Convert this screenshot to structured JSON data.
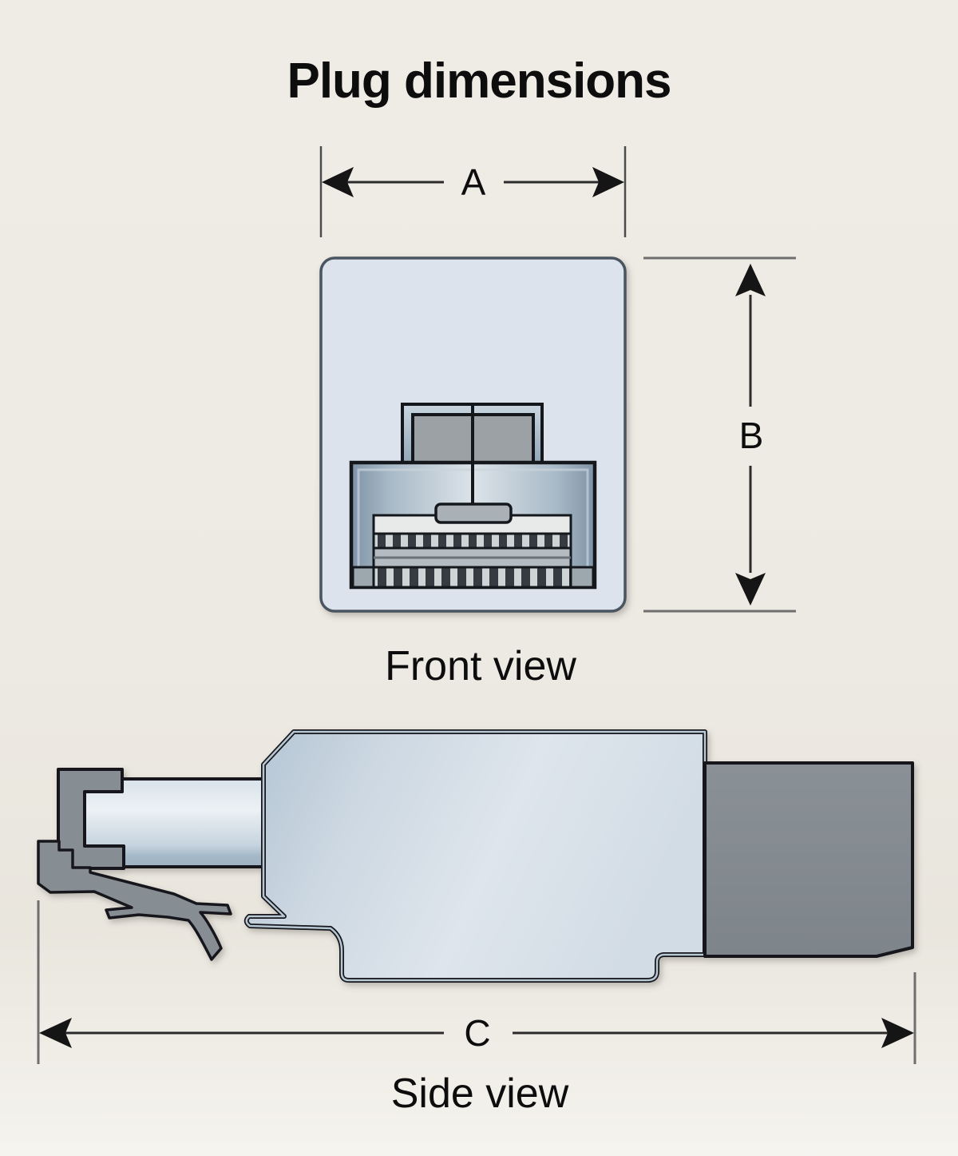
{
  "title": "Plug dimensions",
  "views": {
    "front": {
      "label": "Front view"
    },
    "side": {
      "label": "Side view"
    }
  },
  "dimensions": {
    "a": "A",
    "b": "B",
    "c": "C"
  },
  "colors": {
    "background": "#EDEAE3",
    "panel_fill": "#DCE3ED",
    "panel_border": "#4A5560",
    "body_edge_dark": "#7E94A7",
    "body_center_light": "#DCE3E9",
    "latch_gray": "#9BA1A5",
    "contact_face": "#E8EAEA",
    "contact_mid_band": "#B4BCC2",
    "stripe_dark": "#363B41",
    "stripe_light": "#CED3D6",
    "metal_gray": "#868E94",
    "cable_gray": "#8A9196",
    "boot_light": "#DEE5EC",
    "boot_shade": "#B3C4D3",
    "inner_edge": "#B7C7D3",
    "outline": "#14181C",
    "dim_line": "#2B2B2B",
    "ext_line": "#6F6F6F",
    "arrow_fill": "#151515",
    "text": "#0D0D0D"
  }
}
